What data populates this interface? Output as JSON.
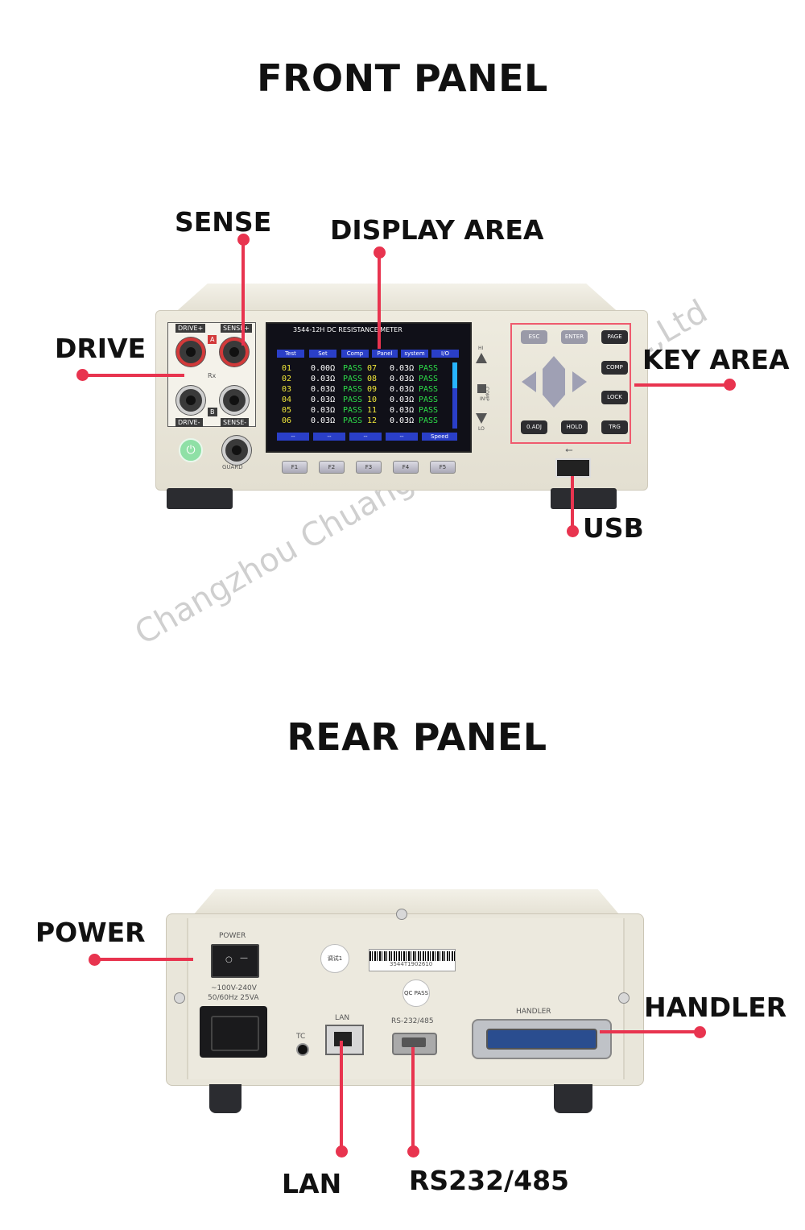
{
  "front_title": "FRONT PANEL",
  "rear_title": "REAR PANEL",
  "watermark": "Changzhou Chuangkai Electronic Co.,Ltd",
  "callouts": {
    "sense": "SENSE",
    "display_area": "DISPLAY AREA",
    "drive": "DRIVE",
    "key_area": "KEY AREA",
    "usb": "USB",
    "power": "POWER",
    "handler": "HANDLER",
    "lan": "LAN",
    "rs232": "RS232/485"
  },
  "front_device": {
    "terminal_labels": {
      "drive_plus": "DRIVE+",
      "sense_plus": "SENSE+",
      "drive_minus": "DRIVE-",
      "sense_minus": "SENSE-",
      "rx": "Rx",
      "a": "A",
      "b": "B",
      "guard": "GUARD"
    },
    "screen": {
      "title": "3544-12H DC RESISTANCE METER",
      "tabs": [
        "Test",
        "Set",
        "Comp",
        "Panel",
        "system",
        "I/O"
      ],
      "rows": [
        {
          "ch1": "01",
          "v1": "0.00Ω",
          "r1": "PASS",
          "ch2": "07",
          "v2": "0.03Ω",
          "r2": "PASS"
        },
        {
          "ch1": "02",
          "v1": "0.03Ω",
          "r1": "PASS",
          "ch2": "08",
          "v2": "0.03Ω",
          "r2": "PASS"
        },
        {
          "ch1": "03",
          "v1": "0.03Ω",
          "r1": "PASS",
          "ch2": "09",
          "v2": "0.03Ω",
          "r2": "PASS"
        },
        {
          "ch1": "04",
          "v1": "0.03Ω",
          "r1": "PASS",
          "ch2": "10",
          "v2": "0.03Ω",
          "r2": "PASS"
        },
        {
          "ch1": "05",
          "v1": "0.03Ω",
          "r1": "PASS",
          "ch2": "11",
          "v2": "0.03Ω",
          "r2": "PASS"
        },
        {
          "ch1": "06",
          "v1": "0.03Ω",
          "r1": "PASS",
          "ch2": "12",
          "v2": "0.03Ω",
          "r2": "PASS"
        }
      ],
      "bottom": [
        "--",
        "--",
        "--",
        "--",
        "Speed"
      ]
    },
    "comp_labels": {
      "hi": "HI",
      "in": "IN",
      "lo": "LO",
      "comp": "COMP"
    },
    "fkeys": [
      "F1",
      "F2",
      "F3",
      "F4",
      "F5"
    ],
    "keys": {
      "esc": "ESC",
      "enter": "ENTER",
      "page": "PAGE",
      "comp": "COMP",
      "lock": "LOCK",
      "zero_adj": "0.ADJ",
      "hold": "HOLD",
      "trg": "TRG"
    }
  },
  "rear_device": {
    "power_label": "POWER",
    "rating": "~100V-240V",
    "rating2": "50/60Hz 25VA",
    "tc": "TC",
    "lan": "LAN",
    "rs232": "RS-232/485",
    "handler": "HANDLER",
    "serial": "3544T1902610",
    "qc": "QC PASS",
    "sticker1": "调试1"
  },
  "colors": {
    "accent": "#e8344f",
    "text": "#111111",
    "screen_bg": "#101018",
    "tab_blue": "#2a3fc8",
    "pass_green": "#2ee04a",
    "value_yellow": "#f2e93a"
  }
}
